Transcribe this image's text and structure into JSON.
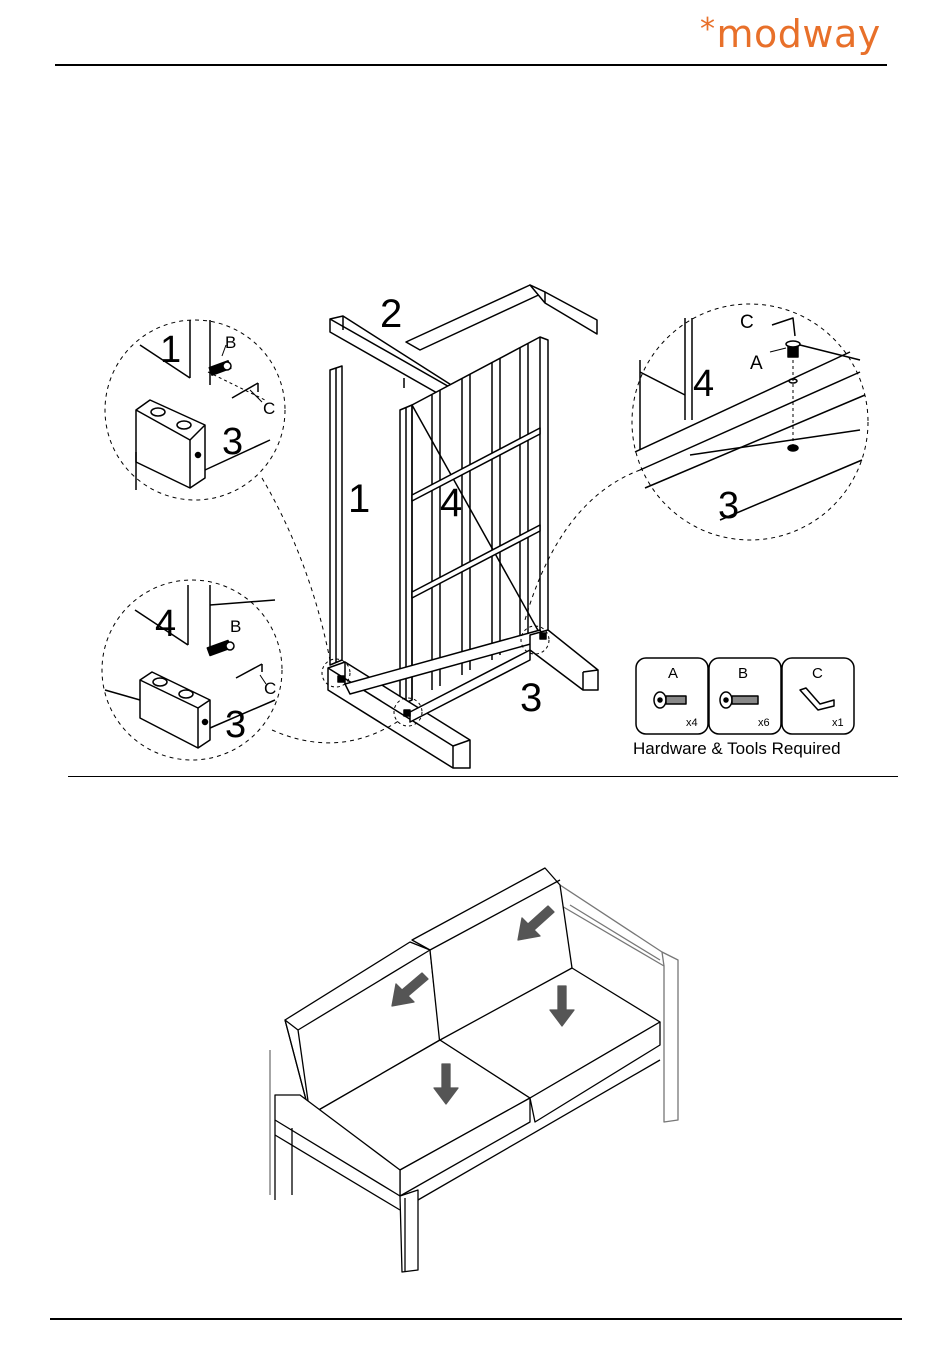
{
  "brand": {
    "logo_text": "modway",
    "logo_star": "*",
    "color": "#e8702a"
  },
  "diagram1": {
    "parts": {
      "p1": "1",
      "p2": "2",
      "p3": "3",
      "p4": "4"
    },
    "detail_top_left": {
      "labels": [
        "1",
        "B",
        "C",
        "3"
      ]
    },
    "detail_bottom_left": {
      "labels": [
        "4",
        "B",
        "C",
        "3"
      ]
    },
    "detail_right": {
      "labels": [
        "C",
        "A",
        "4",
        "3"
      ]
    }
  },
  "hardware": {
    "caption": "Hardware & Tools Required",
    "items": [
      {
        "letter": "A",
        "qty": "x4",
        "icon": "screw-a-icon"
      },
      {
        "letter": "B",
        "qty": "x6",
        "icon": "screw-b-icon"
      },
      {
        "letter": "C",
        "qty": "x1",
        "icon": "allen-key-icon"
      }
    ]
  }
}
